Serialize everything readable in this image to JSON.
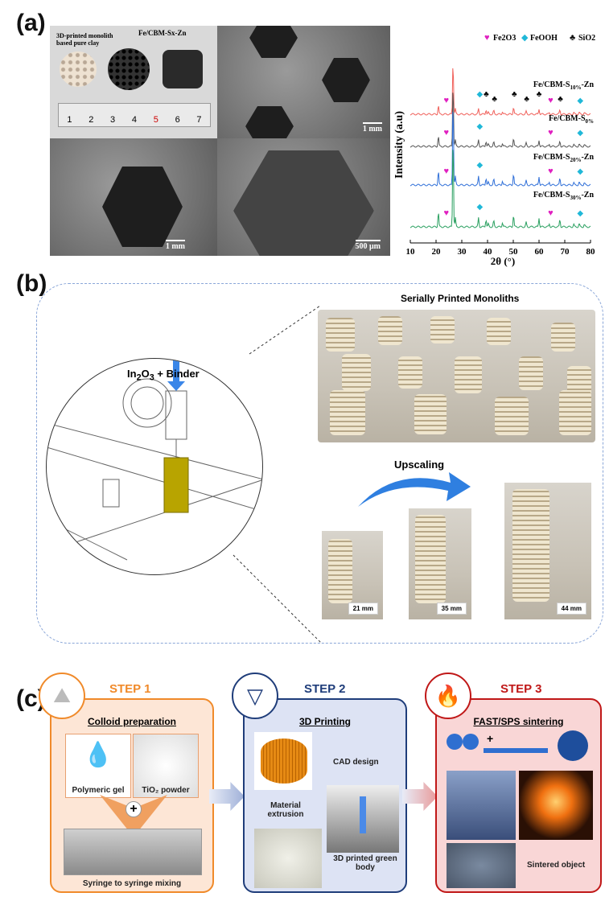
{
  "panels": {
    "a": "(a)",
    "b": "(b)",
    "c": "(c)"
  },
  "panel_a": {
    "photo_label_left": "3D-printed monolith based pure clay",
    "photo_label_right": "Fe/CBM-Sx-Zn",
    "ruler_numbers": [
      "1",
      "2",
      "3",
      "4",
      "5",
      "6",
      "7"
    ],
    "scale_bars": [
      "1 mm",
      "1 mm",
      "500 μm"
    ]
  },
  "chart_data": {
    "type": "line",
    "title": "",
    "xlabel": "2θ (°)",
    "ylabel": "Intensity (a.u)",
    "xlim": [
      10,
      80
    ],
    "xticks": [
      10,
      20,
      30,
      40,
      50,
      60,
      70,
      80
    ],
    "legend": {
      "placement": "top-right",
      "entries": [
        {
          "symbol": "♥",
          "label": "Fe2O3",
          "color": "#e020c0"
        },
        {
          "symbol": "◆",
          "label": "FeOOH",
          "color": "#20b8d8"
        },
        {
          "symbol": "♣",
          "label": "SiO2",
          "color": "#111111"
        }
      ]
    },
    "peaks": [
      [
        20.9,
        0.5
      ],
      [
        26.6,
        3
      ],
      [
        27.5,
        0.3
      ],
      [
        36.5,
        0.3
      ],
      [
        39.4,
        0.25
      ],
      [
        40.3,
        0.1
      ],
      [
        42.4,
        0.2
      ],
      [
        45.8,
        0.15
      ],
      [
        50.1,
        0.4
      ],
      [
        55,
        0.15
      ],
      [
        60,
        0.3
      ],
      [
        64,
        0.1
      ],
      [
        68.1,
        0.25
      ],
      [
        73.5,
        0.08
      ],
      [
        75.6,
        0.1
      ],
      [
        77.6,
        0.08
      ]
    ],
    "series": [
      {
        "name": "Fe/CBM-S",
        "sub": "10%",
        "suffix": "-Zn",
        "color": "#f0605a",
        "scale": 0.6
      },
      {
        "name": "Fe/CBM-S",
        "sub": "0%",
        "suffix": "",
        "color": "#555555",
        "scale": 0.7
      },
      {
        "name": "Fe/CBM-S",
        "sub": "20%",
        "suffix": "-Zn",
        "color": "#2f6fd8",
        "scale": 0.95
      },
      {
        "name": "Fe/CBM-S",
        "sub": "30%",
        "suffix": "-Zn",
        "color": "#2aa060",
        "scale": 1
      }
    ],
    "markers": {
      "fe2o3": [
        24,
        64.5
      ],
      "feooh": [
        37,
        76
      ],
      "sio2": [
        39.5,
        42.7,
        50.4,
        55.2,
        60,
        68.3
      ]
    }
  },
  "panel_b": {
    "feed_label": "In",
    "feed_sub": "2",
    "feed_rest": "O",
    "feed_sub2": "3",
    "feed_end": " + Binder",
    "photo_title": "Serially Printed Monoliths",
    "upscaling": "Upscaling",
    "sizes": [
      "21 mm",
      "35 mm",
      "44 mm"
    ]
  },
  "panel_c": {
    "steps": [
      {
        "head": "STEP 1",
        "title": "Colloid preparation",
        "captions": [
          "Polymeric gel",
          "TiO₂ powder",
          "Syringe to syringe mixing"
        ],
        "plus": "+"
      },
      {
        "head": "STEP 2",
        "title": "3D Printing",
        "captions": [
          "CAD design",
          "Material extrusion",
          "3D printed green body"
        ]
      },
      {
        "head": "STEP 3",
        "title": "FAST/SPS sintering",
        "captions": [
          "Sintered object"
        ],
        "plus": "+"
      }
    ]
  }
}
